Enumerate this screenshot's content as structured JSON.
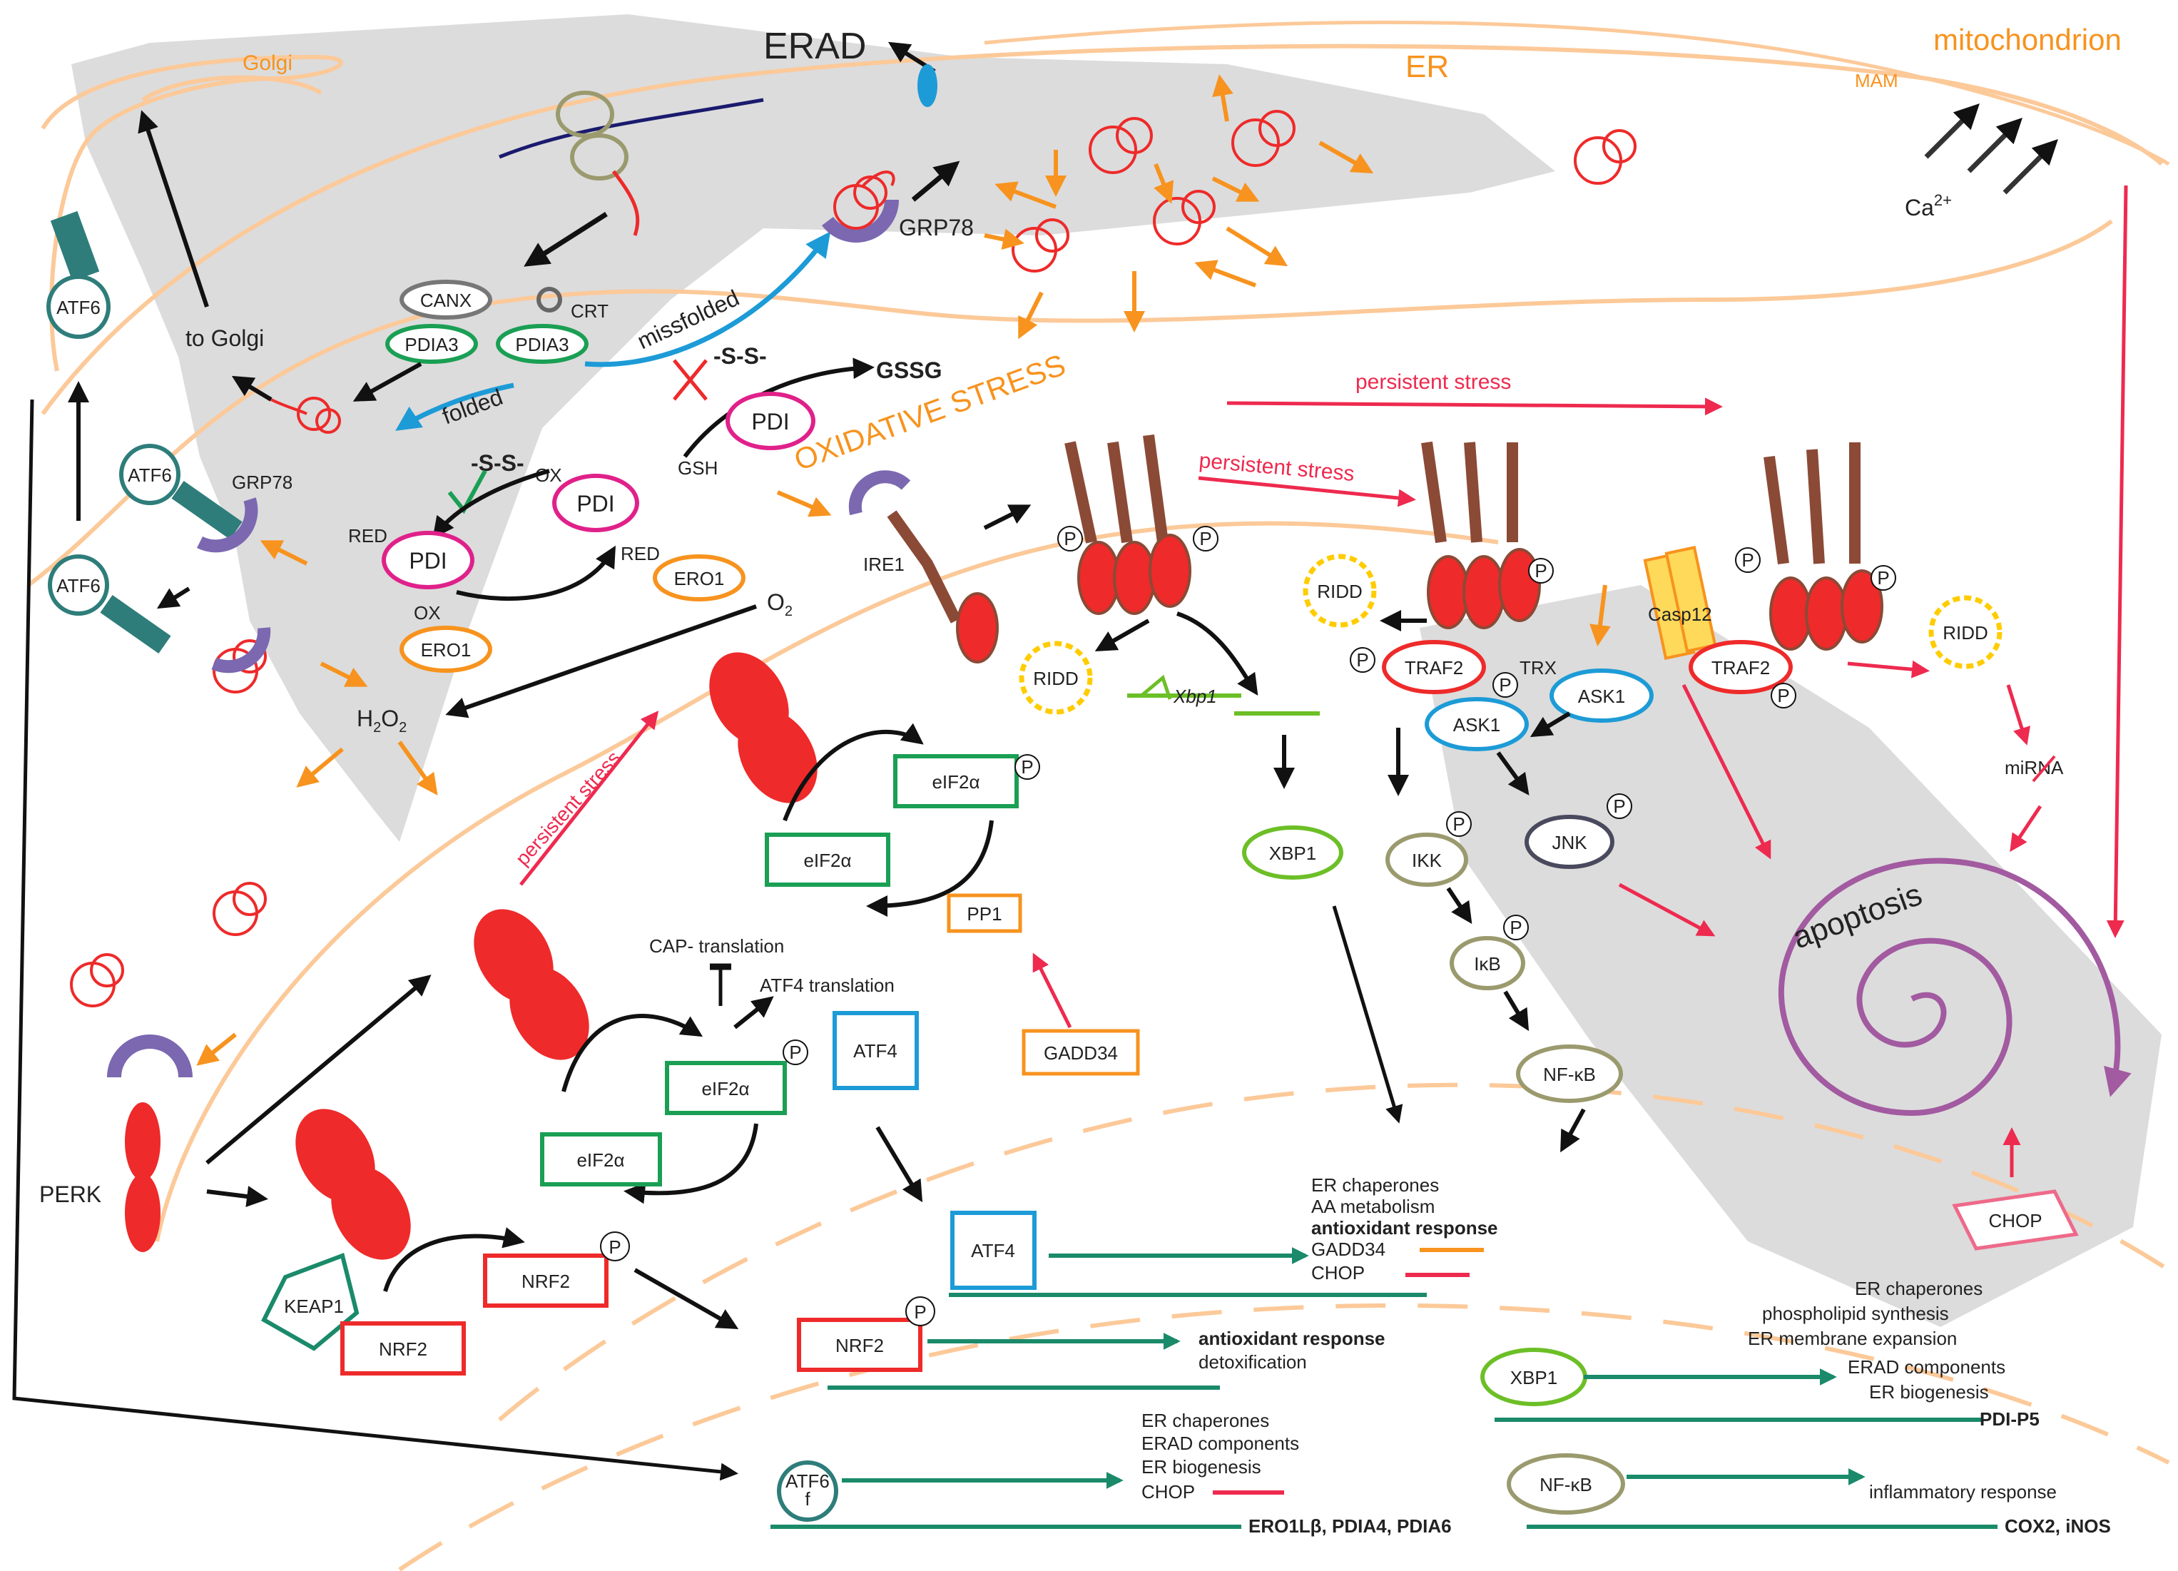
{
  "compartments": {
    "golgi": "Golgi",
    "er": "ER",
    "mitochondrion": "mitochondrion",
    "mam": "MAM",
    "ca": "Ca",
    "ca_sup": "2+"
  },
  "er_lumen": {
    "erad": "ERAD",
    "grp78": "GRP78",
    "grp78_atf6": "GRP78",
    "canx": "CANX",
    "crt": "CRT",
    "pdia3_a": "PDIA3",
    "pdia3_b": "PDIA3",
    "to_golgi": "to Golgi",
    "missfolded": "missfolded",
    "folded": "folded",
    "oxidative_stress": "OXIDATIVE STRESS",
    "ss_top": "-S-S-",
    "ss_left": "-S-S-",
    "gssg": "GSSG",
    "gsh": "GSH",
    "pdi_top": "PDI",
    "pdi_ox": "PDI",
    "pdi_red": "PDI",
    "ox_a": "OX",
    "red_a": "RED",
    "red_b": "RED",
    "ox_b": "OX",
    "ero1_a": "ERO1",
    "ero1_b": "ERO1",
    "o2": "O",
    "o2_sub": "2",
    "h2o2": "H",
    "h2o2_sub1": "2",
    "h2o2_o": "O",
    "h2o2_sub2": "2"
  },
  "atf6_branch": {
    "atf6_membrane": "ATF6",
    "atf6_a": "ATF6",
    "atf6_b": "ATF6",
    "atf6f": "ATF6",
    "atf6f_sub": "f"
  },
  "ire1_branch": {
    "ire1": "IRE1",
    "p": "P",
    "ridd_a": "RIDD",
    "ridd_b": "RIDD",
    "ridd_c": "RIDD",
    "xbp1_mrna": "Xbp1",
    "xbp1": "XBP1",
    "persistent_stress_a": "persistent stress",
    "persistent_stress_b": "persistent stress",
    "persistent_stress_c": "persistent stress",
    "traf2_a": "TRAF2",
    "traf2_b": "TRAF2",
    "trx": "TRX",
    "ask1_a": "ASK1",
    "ask1_b": "ASK1",
    "casp12": "Casp12",
    "ikk": "IKK",
    "ikb": "IκB",
    "nfkb": "NF-κB",
    "jnk": "JNK",
    "mirna": "miRNA",
    "apoptosis": "apoptosis",
    "chop": "CHOP"
  },
  "perk_branch": {
    "perk": "PERK",
    "eif2a_1": "eIF2α",
    "eif2a_2": "eIF2α",
    "eif2a_3": "eIF2α",
    "eif2a_4": "eIF2α",
    "cap_translation": "CAP- translation",
    "atf4_translation": "ATF4 translation",
    "atf4": "ATF4",
    "pp1": "PP1",
    "gadd34": "GADD34",
    "keap1": "KEAP1",
    "nrf2_a": "NRF2",
    "nrf2_b": "NRF2"
  },
  "nucleus": {
    "atf4": "ATF4",
    "atf4_targets": [
      "ER chaperones",
      "AA metabolism",
      "antioxidant response",
      "GADD34",
      "CHOP"
    ],
    "nrf2": "NRF2",
    "nrf2_targets": [
      "antioxidant response",
      "detoxification"
    ],
    "atf6_targets": [
      "ER chaperones",
      "ERAD components",
      "ER biogenesis",
      "CHOP"
    ],
    "atf6_genes": "ERO1Lβ, PDIA4, PDIA6",
    "xbp1": "XBP1",
    "xbp1_targets": [
      "ER chaperones",
      "phospholipid synthesis",
      "ER membrane expansion",
      "ERAD components",
      "ER biogenesis"
    ],
    "xbp1_genes": "PDI-P5",
    "nfkb": "NF-κB",
    "nfkb_targets": [
      "inflammatory response"
    ],
    "nfkb_genes": "COX2, iNOS"
  },
  "colors": {
    "membrane": "#fcc999",
    "lumen_gray": "#dcdcdc",
    "stress_orange": "#f7931e",
    "persistent_red": "#ee2a4f",
    "protein_red": "#ee2a2a",
    "grp78_purple": "#7b68b0",
    "receptor_brown": "#8b4a36",
    "chaperone_green": "#1a9f54",
    "pdi_magenta": "#e0218a",
    "teal": "#2e7d7a",
    "blue": "#1d9bd7",
    "xbp1_green": "#6cbf26",
    "olive": "#9a9a6e"
  }
}
